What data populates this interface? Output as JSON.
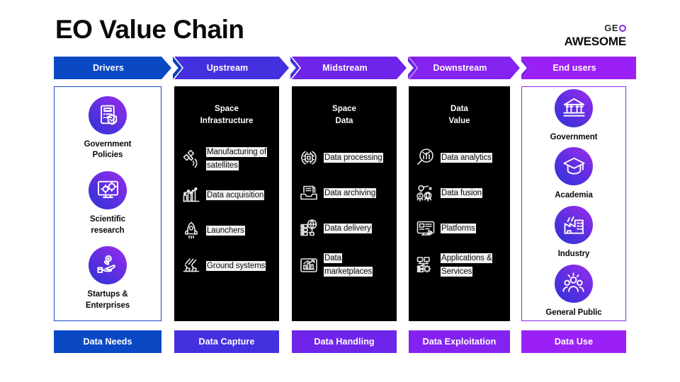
{
  "title": "EO Value Chain",
  "logo": {
    "top": "GE",
    "circle_letter": "O",
    "bottom": "AWESOME",
    "circle_color": "#7c2ae8"
  },
  "stages": [
    {
      "label": "Drivers",
      "color": "#0b49c4",
      "arrow_color": "#0b3fbb"
    },
    {
      "label": "Upstream",
      "color": "#4530e0",
      "arrow_color": "#4530e0"
    },
    {
      "label": "Midstream",
      "color": "#6f24ea",
      "arrow_color": "#6f24ea"
    },
    {
      "label": "Downstream",
      "color": "#8423ef",
      "arrow_color": "#8423ef"
    },
    {
      "label": "End users",
      "color": "#9b20f5",
      "arrow_color": "#9b20f5"
    }
  ],
  "columns": [
    {
      "kind": "circles",
      "border_color": "#1a48c0",
      "items": [
        {
          "label": "Government\nPolicies",
          "icon": "policy-document-icon"
        },
        {
          "label": "Scientific\nresearch",
          "icon": "monitor-gears-icon"
        },
        {
          "label": "Startups &\nEnterprises",
          "icon": "hand-plant-idea-icon"
        }
      ]
    },
    {
      "kind": "rows",
      "heading": "Space\nInfrastructure",
      "items": [
        {
          "label": "Manufacturing of satellites",
          "icon": "satellite-icon"
        },
        {
          "label": "Data acquisition",
          "icon": "bar-chart-icon"
        },
        {
          "label": "Launchers",
          "icon": "rocket-icon"
        },
        {
          "label": "Ground systems",
          "icon": "ground-station-icon"
        }
      ]
    },
    {
      "kind": "rows",
      "heading": "Space\nData",
      "items": [
        {
          "label": "Data processing",
          "icon": "processing-chip-icon"
        },
        {
          "label": "Data archiving",
          "icon": "archive-tray-icon"
        },
        {
          "label": "Data delivery",
          "icon": "server-globe-icon"
        },
        {
          "label": "Data marketplaces",
          "icon": "chart-growth-icon"
        }
      ]
    },
    {
      "kind": "rows",
      "heading": "Data\nValue",
      "items": [
        {
          "label": "Data analytics",
          "icon": "magnifier-chart-icon"
        },
        {
          "label": "Data fusion",
          "icon": "fusion-nodes-icon"
        },
        {
          "label": "Platforms",
          "icon": "platform-monitor-icon"
        },
        {
          "label": "Applications & Services",
          "icon": "applications-network-icon"
        }
      ]
    },
    {
      "kind": "circles",
      "border_color": "#8b2ae8",
      "items": [
        {
          "label": "Government",
          "icon": "classical-building-icon"
        },
        {
          "label": "Academia",
          "icon": "graduation-cap-icon"
        },
        {
          "label": "Industry",
          "icon": "factory-icon"
        },
        {
          "label": "General Public",
          "icon": "people-group-icon"
        }
      ]
    }
  ],
  "footer": [
    {
      "label": "Data Needs",
      "color": "#0b49c4"
    },
    {
      "label": "Data Capture",
      "color": "#4530e0"
    },
    {
      "label": "Data Handling",
      "color": "#6f24ea"
    },
    {
      "label": "Data Exploitation",
      "color": "#8423ef"
    },
    {
      "label": "Data Use",
      "color": "#9b20f5"
    }
  ]
}
